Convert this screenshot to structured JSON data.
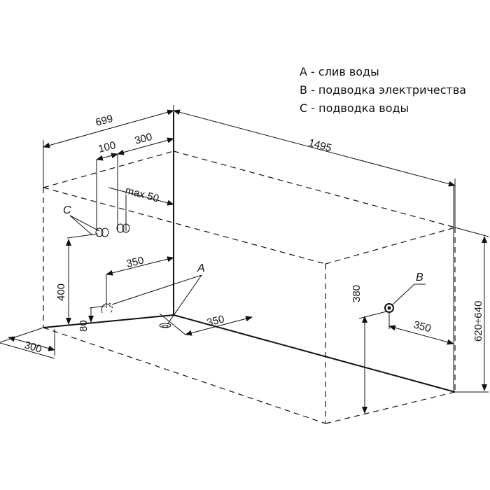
{
  "legend": [
    {
      "key": "A",
      "text": "A - слив воды"
    },
    {
      "key": "B",
      "text": "B - подводка электричества"
    },
    {
      "key": "C",
      "text": "C - подводка воды"
    }
  ],
  "dimensions": {
    "width": "699",
    "length": "1495",
    "offset_100": "100",
    "offset_300_top": "300",
    "max_50": "max 50",
    "height_400": "400",
    "height_80": "80",
    "drain_350_left": "350",
    "drain_350_front": "350",
    "front_300": "300",
    "elec_380": "380",
    "elec_350": "350",
    "total_height": "620÷640"
  },
  "markers": {
    "drain": "A",
    "electric": "B",
    "water": "C"
  }
}
